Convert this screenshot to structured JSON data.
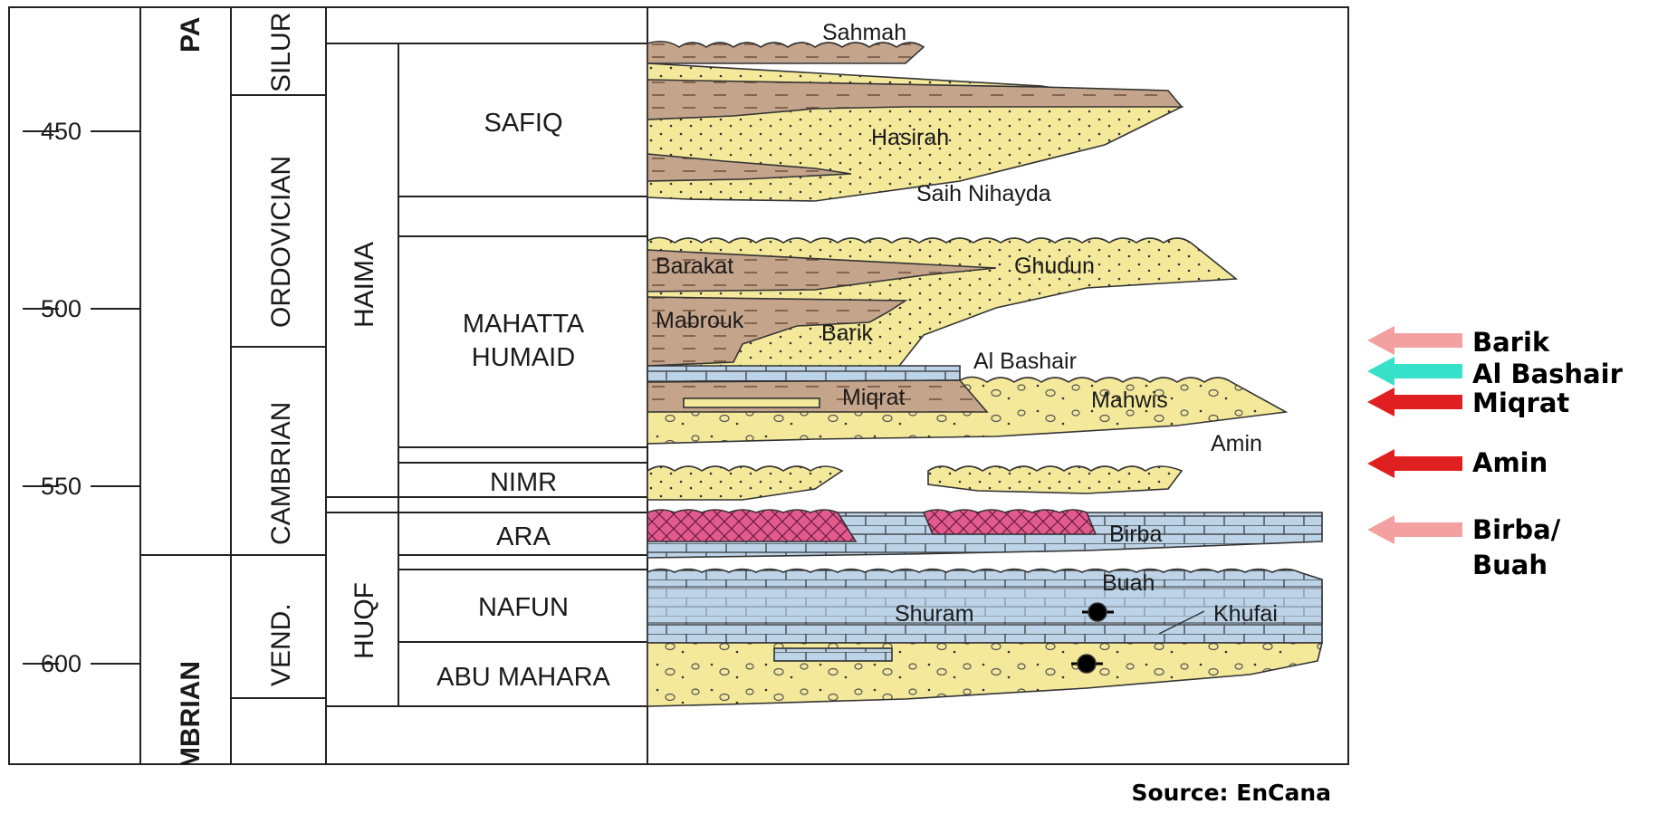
{
  "age_axis": {
    "ticks": [
      "450",
      "500",
      "550",
      "600"
    ]
  },
  "eras": [
    "PA",
    "MBRIAN"
  ],
  "periods": [
    "SILUR",
    "ORDOVICIAN",
    "CAMBRIAN",
    "VEND."
  ],
  "groups": [
    "HAIMA",
    "HUQF"
  ],
  "subgroups": [
    {
      "line1": "SAFIQ",
      "line2": ""
    },
    {
      "line1": "MAHATTA",
      "line2": "HUMAID"
    },
    {
      "line1": "NIMR",
      "line2": ""
    },
    {
      "line1": "ARA",
      "line2": ""
    },
    {
      "line1": "NAFUN",
      "line2": ""
    },
    {
      "line1": "ABU MAHARA",
      "line2": ""
    }
  ],
  "formations": {
    "sahmah": "Sahmah",
    "hasirah": "Hasirah",
    "saih_nihayda": "Saih Nihayda",
    "barakat": "Barakat",
    "ghudun": "Ghudun",
    "mabrouk": "Mabrouk",
    "barik": "Barik",
    "al_bashair": "Al Bashair",
    "miqrat": "Miqrat",
    "mahwis": "Mahwis",
    "amin": "Amin",
    "birba": "Birba",
    "buah": "Buah",
    "shuram": "Shuram",
    "khufai": "Khufai"
  },
  "legend": [
    {
      "line1": "Barik",
      "line2": "",
      "color": "#f2a0a0"
    },
    {
      "line1": "Al Bashair",
      "line2": "",
      "color": "#37e0c8"
    },
    {
      "line1": "Miqrat",
      "line2": "",
      "color": "#e02020"
    },
    {
      "line1": "Amin",
      "line2": "",
      "color": "#e02020"
    },
    {
      "line1": "Birba/",
      "line2": "Buah",
      "color": "#f2a0a0"
    }
  ],
  "source": "Source: EnCana",
  "colors": {
    "sand": "#f4e99b",
    "shale": "#c4a48a",
    "carbonate": "#bcd3e8",
    "salt": "#e35a8f",
    "border": "#222222"
  }
}
